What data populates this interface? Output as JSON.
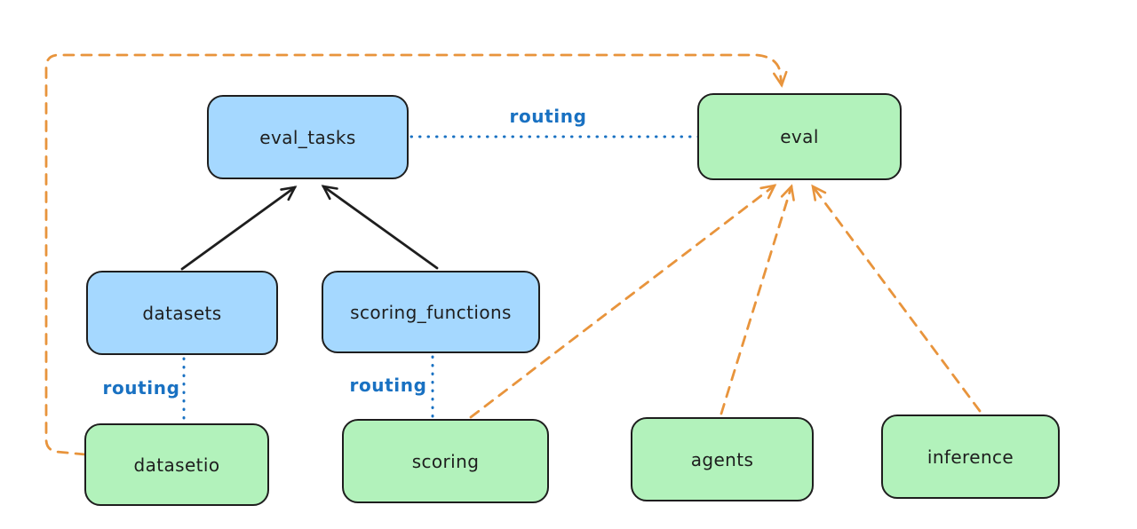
{
  "diagram": {
    "kind": "architecture-diagram",
    "nodes": [
      {
        "id": "eval_tasks",
        "label": "eval_tasks",
        "fill": "#a5d8ff"
      },
      {
        "id": "eval",
        "label": "eval",
        "fill": "#b2f2bb"
      },
      {
        "id": "datasets",
        "label": "datasets",
        "fill": "#a5d8ff"
      },
      {
        "id": "scoring_functions",
        "label": "scoring_functions",
        "fill": "#a5d8ff"
      },
      {
        "id": "datasetio",
        "label": "datasetio",
        "fill": "#b2f2bb"
      },
      {
        "id": "scoring",
        "label": "scoring",
        "fill": "#b2f2bb"
      },
      {
        "id": "agents",
        "label": "agents",
        "fill": "#b2f2bb"
      },
      {
        "id": "inference",
        "label": "inference",
        "fill": "#b2f2bb"
      }
    ],
    "edges": [
      {
        "from": "datasets",
        "to": "eval_tasks",
        "style": "solid-arrow",
        "color": "#1e1e1e",
        "label": ""
      },
      {
        "from": "scoring_functions",
        "to": "eval_tasks",
        "style": "solid-arrow",
        "color": "#1e1e1e",
        "label": ""
      },
      {
        "from": "eval_tasks",
        "to": "eval",
        "style": "dotted-line",
        "color": "#1971c2",
        "label": "routing"
      },
      {
        "from": "datasets",
        "to": "datasetio",
        "style": "dotted-line",
        "color": "#1971c2",
        "label": "routing"
      },
      {
        "from": "scoring_functions",
        "to": "scoring",
        "style": "dotted-line",
        "color": "#1971c2",
        "label": "routing"
      },
      {
        "from": "datasetio",
        "to": "eval",
        "style": "dashed-arrow",
        "color": "#e8943c",
        "label": ""
      },
      {
        "from": "scoring",
        "to": "eval",
        "style": "dashed-arrow",
        "color": "#e8943c",
        "label": ""
      },
      {
        "from": "agents",
        "to": "eval",
        "style": "dashed-arrow",
        "color": "#e8943c",
        "label": ""
      },
      {
        "from": "inference",
        "to": "eval",
        "style": "dashed-arrow",
        "color": "#e8943c",
        "label": ""
      }
    ],
    "colors": {
      "node_blue_fill": "#a5d8ff",
      "node_green_fill": "#b2f2bb",
      "node_stroke": "#1e1e1e",
      "routing_blue": "#1971c2",
      "provider_orange": "#e8943c",
      "background": "#ffffff"
    }
  }
}
